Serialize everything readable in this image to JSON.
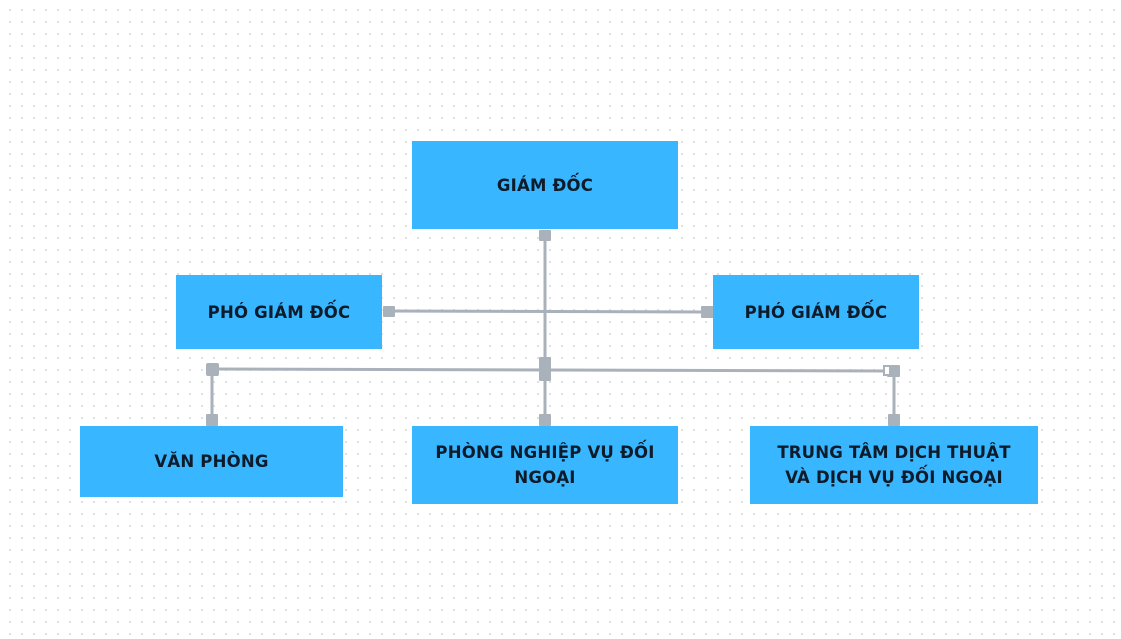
{
  "diagram": {
    "type": "org-chart",
    "accent_color": "#38b6ff",
    "connector_color": "#a9b1ba",
    "nodes": {
      "director": "GIÁM ĐỐC",
      "deputy_left": "PHÓ GIÁM ĐỐC",
      "deputy_right": "PHÓ GIÁM ĐỐC",
      "office": "VĂN PHÒNG",
      "foreign_affairs_dept": "PHÒNG NGHIỆP VỤ ĐỐI NGOẠI",
      "translation_center": "TRUNG TÂM DỊCH THUẬT VÀ DỊCH VỤ ĐỐI NGOẠI"
    },
    "edges": [
      {
        "from": "director",
        "to": "deputy_left"
      },
      {
        "from": "director",
        "to": "deputy_right"
      },
      {
        "from": "director",
        "to": "office"
      },
      {
        "from": "director",
        "to": "foreign_affairs_dept"
      },
      {
        "from": "director",
        "to": "translation_center"
      }
    ]
  }
}
